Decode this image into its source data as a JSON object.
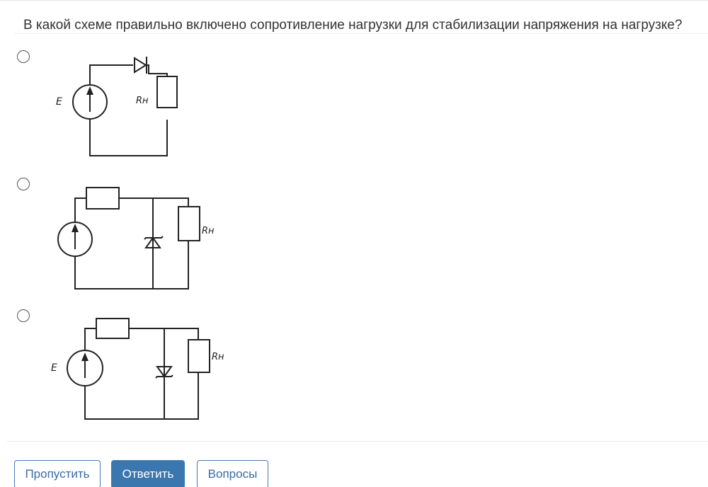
{
  "question": {
    "text": "В какой схеме правильно включено сопротивление нагрузки для стабилизации напряжения на нагрузке?"
  },
  "options": [
    {
      "source_label": "E",
      "load_label": "Rн",
      "selected": false
    },
    {
      "source_label": "",
      "load_label": "Rн",
      "selected": false
    },
    {
      "source_label": "E",
      "load_label": "Rн",
      "selected": false
    }
  ],
  "buttons": {
    "skip_label": "Пропустить",
    "answer_label": "Ответить",
    "questions_label": "Вопросы"
  },
  "colors": {
    "accent": "#3a77ae",
    "outline": "#4a79b4"
  }
}
